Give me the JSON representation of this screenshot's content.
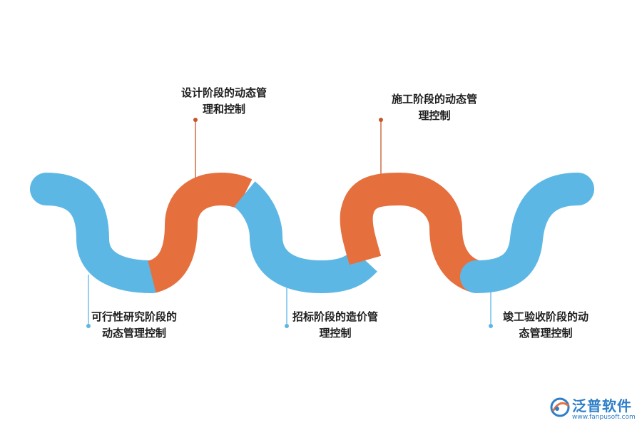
{
  "colors": {
    "blue": "#5db7e5",
    "orange": "#e5703e",
    "marker_blue": "#5db7e5",
    "marker_orange": "#c5562a"
  },
  "stages": [
    {
      "lines": [
        "可行性研究阶段的",
        "动态管理控制"
      ],
      "color": "blue"
    },
    {
      "lines": [
        "设计阶段的动态管",
        "理和控制"
      ],
      "color": "orange"
    },
    {
      "lines": [
        "招标阶段的造价管",
        "理控制"
      ],
      "color": "blue"
    },
    {
      "lines": [
        "施工阶段的动态管",
        "理控制"
      ],
      "color": "orange"
    },
    {
      "lines": [
        "竣工验收阶段的动",
        "态管理控制"
      ],
      "color": "blue"
    }
  ],
  "brand": {
    "name": "泛普软件",
    "url": "www.fanpusoft.com",
    "icon": "fanpu-logo-icon"
  }
}
